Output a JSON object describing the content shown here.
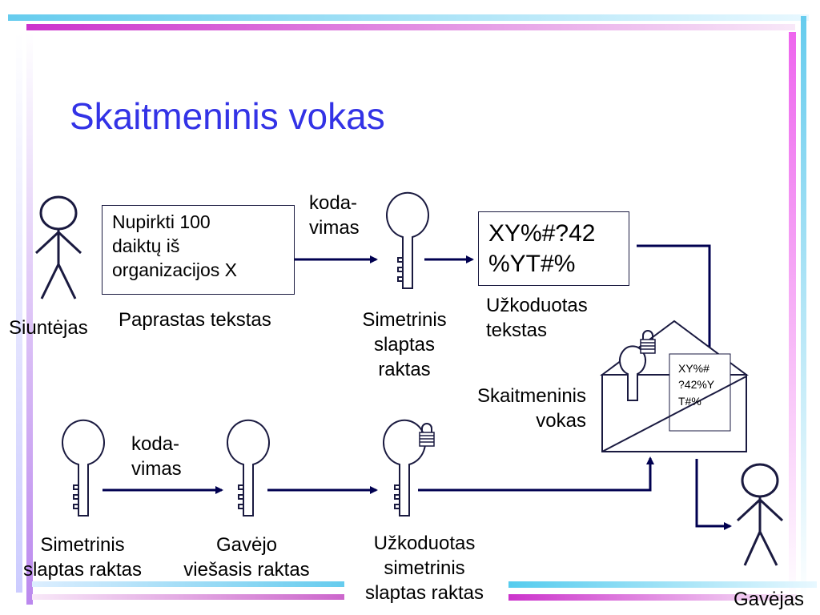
{
  "slide": {
    "title": "Skaitmeninis vokas",
    "accent_title_color": "#3333e6",
    "decor_colors": [
      "#cc44cc",
      "#66ccee",
      "#aaaaff"
    ]
  },
  "sender": {
    "label": "Siuntėjas"
  },
  "receiver": {
    "label": "Gavėjas"
  },
  "plaintext": {
    "lines": [
      "Nupirkti 100",
      "daiktų iš",
      "organizacijos X"
    ],
    "caption": "Paprastas tekstas"
  },
  "encryption_top": {
    "lines": [
      "koda-",
      "vimas"
    ]
  },
  "encryption_bottom": {
    "lines": [
      "koda-",
      "vimas"
    ]
  },
  "sym_key_top": {
    "lines": [
      "Simetrinis",
      "slaptas",
      "raktas"
    ]
  },
  "ciphertext": {
    "lines": [
      "XY%#?42",
      "%YT#%"
    ],
    "caption_lines": [
      "Užkoduotas",
      "tekstas"
    ]
  },
  "envelope": {
    "caption_lines": [
      "Skaitmeninis",
      "vokas"
    ],
    "inner_lines": [
      "XY%#",
      "?42%Y",
      "T#%"
    ]
  },
  "sym_key_bottom": {
    "lines": [
      "Simetrinis",
      "slaptas raktas"
    ]
  },
  "receiver_public_key": {
    "lines": [
      "Gavėjo",
      "viešasis raktas"
    ]
  },
  "encrypted_sym_key": {
    "lines": [
      "Užkoduotas",
      "simetrinis",
      "slaptas raktas"
    ]
  },
  "icons": [
    "person-icon",
    "key-icon",
    "locked-key-icon",
    "envelope-icon",
    "arrow-icon"
  ]
}
